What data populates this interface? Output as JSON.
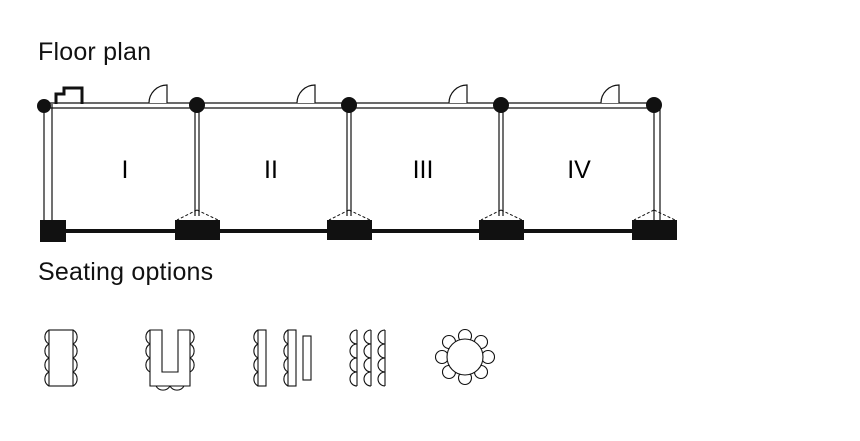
{
  "floor_plan": {
    "title": "Floor plan",
    "rooms": [
      {
        "label": "I"
      },
      {
        "label": "II"
      },
      {
        "label": "III"
      },
      {
        "label": "IV"
      }
    ]
  },
  "seating": {
    "title": "Seating options",
    "options": [
      {
        "icon": "boardroom-layout-icon"
      },
      {
        "icon": "u-shape-layout-icon"
      },
      {
        "icon": "classroom-layout-icon"
      },
      {
        "icon": "theatre-layout-icon"
      },
      {
        "icon": "banquet-round-table-icon"
      }
    ]
  },
  "colors": {
    "ink": "#111111",
    "wall_gray": "#b5b5b5",
    "background": "#ffffff"
  }
}
